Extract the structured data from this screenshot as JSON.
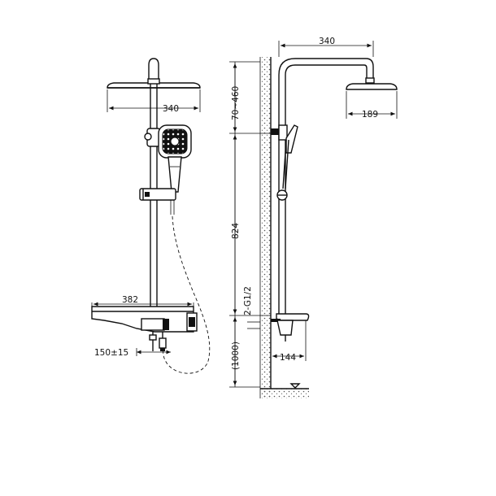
{
  "diagram": {
    "front_view": {
      "dim_head_width": "340",
      "dim_shelf_width": "382",
      "dim_outlet_spacing": "150±15"
    },
    "side_view": {
      "dim_arm_length": "340",
      "dim_head_diameter": "189",
      "dim_top_height": "70~460",
      "dim_rail_height": "824",
      "dim_connection": "2-G1/2",
      "dim_mount_height": "(1000)",
      "dim_wall_offset": "144"
    },
    "colors": {
      "line": "#111111",
      "background": "#ffffff",
      "wall_hatch": "#555555"
    }
  }
}
